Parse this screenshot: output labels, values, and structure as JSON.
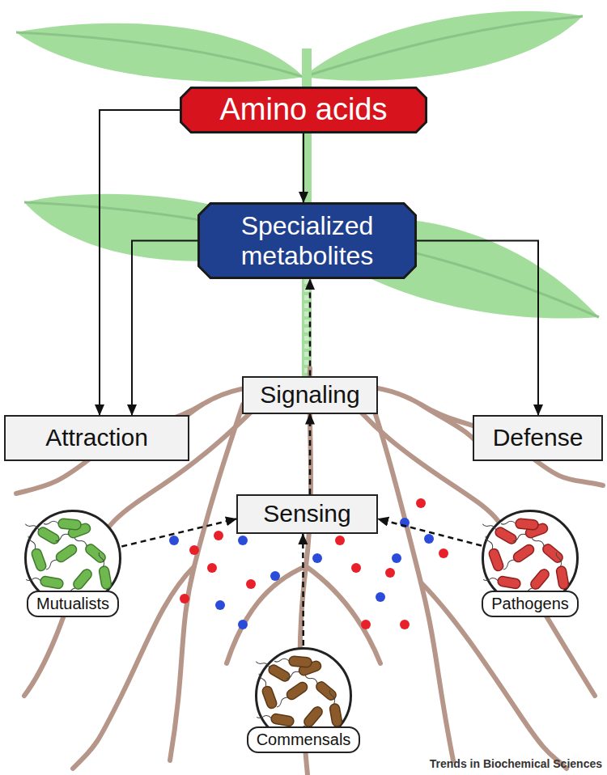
{
  "diagram": {
    "nodes": [
      {
        "text": [
          "Amino acids"
        ]
      },
      {
        "text": [
          "Specialized metabolites"
        ]
      },
      {
        "text": [
          "Signaling"
        ]
      },
      {
        "text": [
          "Attraction"
        ]
      },
      {
        "text": [
          "Defense"
        ]
      },
      {
        "text": [
          "Sensing"
        ]
      },
      {
        "text": [
          "Mutualists"
        ]
      },
      {
        "text": [
          "Commensals"
        ]
      },
      {
        "text": [
          "Pathogens"
        ]
      }
    ],
    "edges": [
      {
        "from": 0,
        "to": 3,
        "arrow": "to"
      },
      {
        "from": 0,
        "to": 1,
        "arrow": "to"
      },
      {
        "from": 1,
        "to": 3,
        "arrow": "to"
      },
      {
        "from": 1,
        "to": 4,
        "arrow": "to"
      },
      {
        "from": 2,
        "to": 1,
        "arrow": "to"
      },
      {
        "from": 5,
        "to": 2,
        "arrow": "to"
      },
      {
        "from": 6,
        "to": 5,
        "arrow": "to"
      },
      {
        "from": 7,
        "to": 5,
        "arrow": "to"
      },
      {
        "from": 8,
        "to": 5,
        "arrow": "to"
      }
    ],
    "labels": [
      "Trends in Biochemical Sciences"
    ]
  }
}
